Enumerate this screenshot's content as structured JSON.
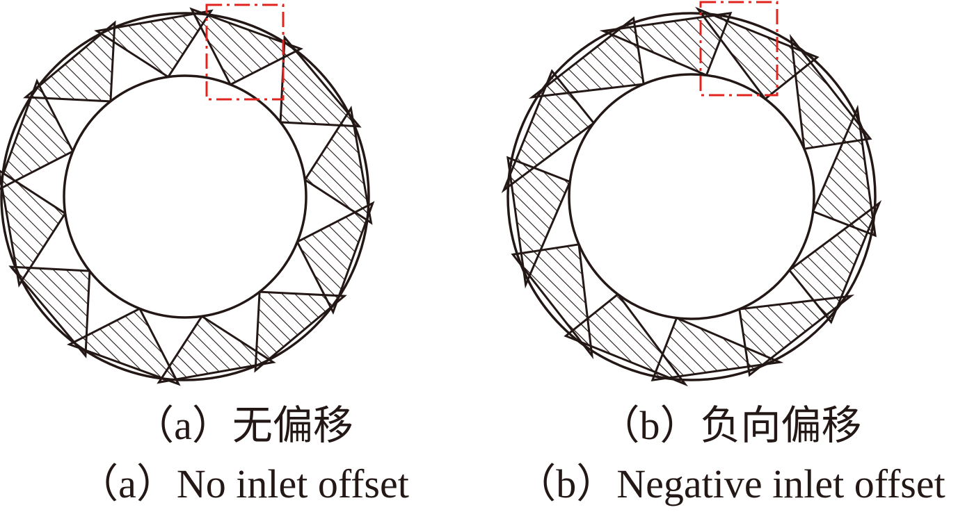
{
  "colors": {
    "stroke": "#231815",
    "highlight": "#e0231c",
    "background": "#ffffff"
  },
  "panels": [
    {
      "id": "a",
      "caption_zh": "（a）无偏移",
      "caption_en": "（a）No inlet offset",
      "vane_count": 12,
      "inlet_offset": "none",
      "highlighted_vane": 1
    },
    {
      "id": "b",
      "caption_zh": "（b）负向偏移",
      "caption_en": "（b）Negative inlet offset",
      "vane_count": 12,
      "inlet_offset": "negative",
      "highlighted_vane": 1
    }
  ]
}
